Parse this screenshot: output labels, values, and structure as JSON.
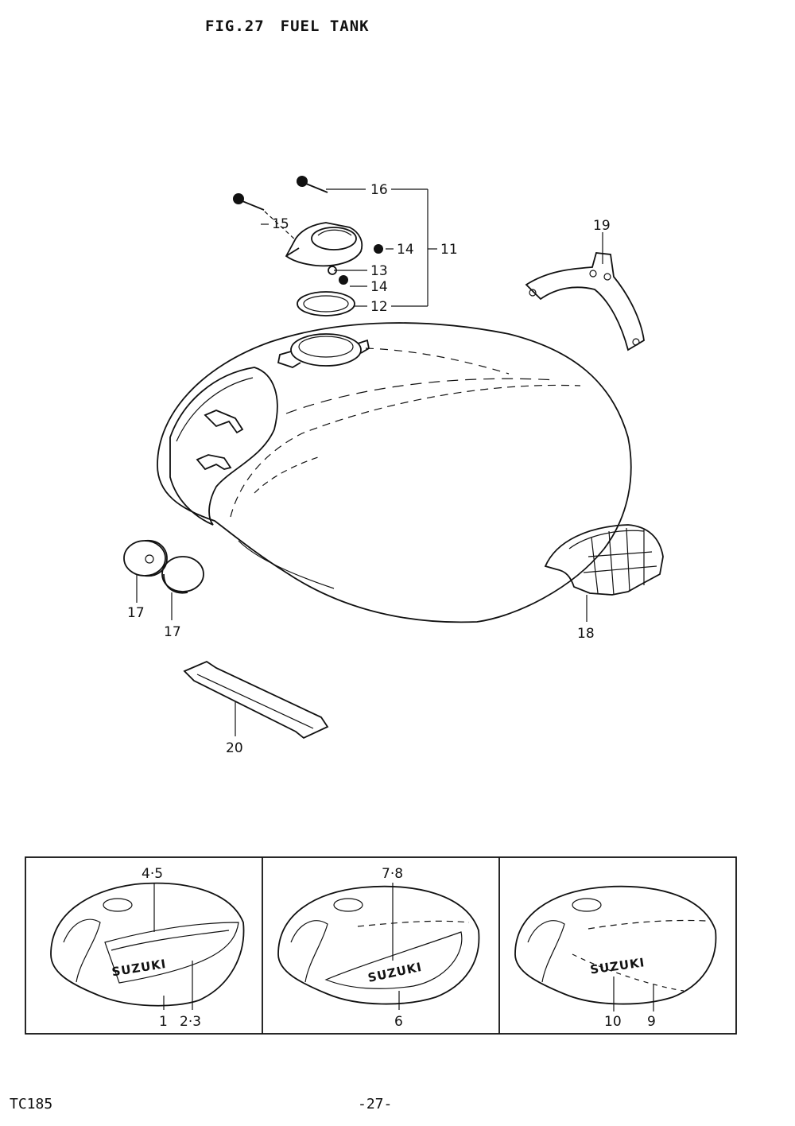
{
  "header": {
    "fig_number": "FIG.27",
    "fig_title": "FUEL TANK"
  },
  "callouts": {
    "c11": "11",
    "c12": "12",
    "c13": "13",
    "c14a": "14",
    "c14b": "14",
    "c15": "15",
    "c16": "16",
    "c17a": "17",
    "c17b": "17",
    "c18": "18",
    "c19": "19",
    "c20": "20"
  },
  "variants": [
    {
      "labels": {
        "top": "4·5",
        "left": "1",
        "right": "2·3"
      },
      "logo": "SUZUKI"
    },
    {
      "labels": {
        "top": "7·8",
        "bottom": "6"
      },
      "logo": "SUZUKI"
    },
    {
      "labels": {
        "left": "10",
        "right": "9"
      },
      "logo": "SUZUKI"
    }
  ],
  "footer": {
    "model": "TC185",
    "page": "-27-"
  }
}
